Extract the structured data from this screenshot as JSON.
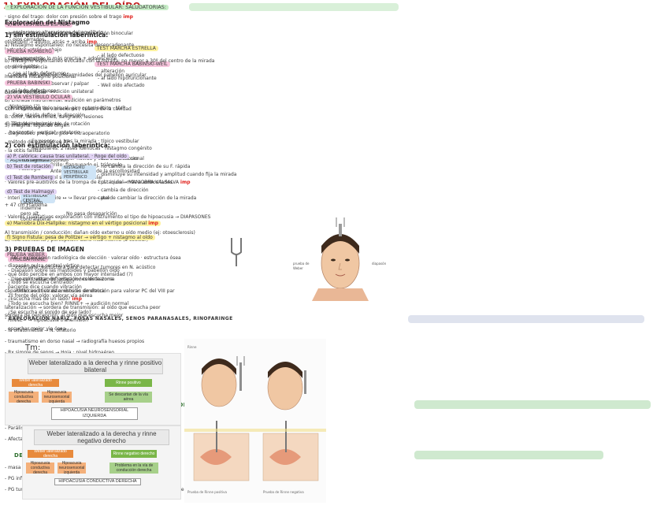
{
  "col1": {
    "title": "1) EXPLORACIÓN DEL OÍDO",
    "lines": [
      "· signo del trago: dolor con presión sobre el trago  imp",
      "   (otitis externa)",
      "· exploración con: otomicroscopio con visión binocular",
      "   otoscopio → adulto: atrás + arriba  imp",
      "                lactantes: atrás + abajo",
      "· Timpanometría: lo más precisa + adolescente",
      "   otros: impedancia",
      "· Cuerpos del pabellón: deformidades del pabellón auricular",
      "   ↪ Pasos pabellón: observar / palpar",
      "A) Características: audición unilateral",
      "B) Entrada instrumental: audición en parámetros",
      "   Con → cantidad de vibraciones / cuadro de la cavidad",
      "   B: dolor, laceraciones, sangrado, lesiones",
      "3) Imagina: lugar de origen",
      "   - diagnóstico prequirúrgico e intraoperatorio",
      "   - método de elección en AP",
      "   - la otitis fallida"
    ],
    "section2": "· Aspecto normal:",
    "aspect": [
      "P. superior flácida y color más oscuro",
      "Brillo: flanqueado ej. triángulo",
      "Anterior visibilidad de la escolliosidad"
    ],
    "valor": "· Valores pre-auditivos de la trompa de Eustaquio → MANIOBRA VALSALVA  imp",
    "valor2": [
      "· Interior: equilibrar aire ↔ ↪ llevar pre-catel",
      "  + 47 cm Ftalteina"
    ],
    "diap": "· Valores cualitativos exploración con instrumento el tipo de hipoacusia → DIAPASONES",
    "diap_items": [
      "A) transmisión / conducción: dañan oído externo u oído medio (ej: otoesclerosis)",
      "B) neurosensorial / percepción: daño más interno (o coclear)"
    ],
    "weber_title": "PRUEBA WEBER",
    "weber": [
      "- diapasón pulsa central vértice",
      "- qué oído percibe en ambos con mayor intensidad (?)",
      "- ¿Todo se escucha centrado?",
      "  capacidad auditiva de ambos es simétrica",
      "- ¿Escucha más de un lado? imp",
      "  lateralización → sordera de transmisión: al oído que escucha peor",
      "  sordera de percepción: al oído que escucha mejor"
    ],
    "tm": "Tm:"
  },
  "cards": {
    "card1": {
      "title": "Weber lateralizado a la derecha y rinne positivo bilateral",
      "boxes": [
        "Weber lateralizado derecha",
        "Rinne positivo",
        "Hipoacusia conductiva derecha",
        "Hipoacusia neurosensorial izquierda",
        "Se descartan de la vía aérea"
      ],
      "result": "HIPOACUSIA NEUROSENSORIAL IZQUIERDA"
    },
    "card2": {
      "title": "Weber lateralizado a la derecha y rinne negativo derecho",
      "boxes": [
        "Weber lateralizado derecha",
        "Rinne negativo derecho",
        "Hipoacusia conductiva derecha",
        "Hipoacusia neurosensorial izquierda",
        "Problema en la vía de conducción derecha"
      ],
      "result": "HIPOACUSIA CONDUCTIVA DERECHA"
    }
  },
  "col2": {
    "header": "· EXPLORACIÓN DE LA FUNCIÓN VESTIBULAR: SALUDATORIAS:",
    "a1": "1) VÍA VESTIBULO ESPINAL",
    "a1_items": [
      "- exploramos alteraciones del equilibrio",
      "- ojos cerrados"
    ],
    "romberg": "PRUEBA ROMBERG",
    "romberg_items": [
      "- bipedestación",
      "- pies juntos",
      "- cae al lado defectuoso"
    ],
    "babinski": "PRUEBA BABINSKI",
    "babinski_items": [
      "- al lado defectuoso"
    ],
    "marcha": "TEST MARCHA ESTRELLA",
    "marcha_items": [
      "- al lado defectuoso"
    ],
    "unterb": "TEST MARCHA BABINSKI-WEIL",
    "unterb_items": [
      "- alteración",
      "- al lado hipofuncionante",
      "- Weil oído afectado"
    ],
    "a2": "2) VÍA VESTÍBULO OCULAR",
    "nist": [
      "Nistagmo (?)",
      "- Fase rápida define la dirección",
      "- Tipo de movimiento",
      "   horizontal · vertical · rotatorio"
    ],
    "periph": [
      "En reposo: ↓ tras la mirada · típico vestibular",
      "Pendulares: 2 fases idénticas · nistagmo congénito"
    ],
    "adq": [
      "- Nistagmo adquirido",
      "  Patología",
      "  estimulación del sistema vestibular"
    ],
    "box1": "NISTAGMO VESTIBULAR PERIFÉRICO",
    "box2": "NISTAGMO VESTIBULAR CENTRAL",
    "box_items": [
      "- uni o bidireccional",
      "- no cambia la dirección de su F. rápida",
      "- disminuye su intensidad y amplitud cuando fija la mirada",
      "- pl.: inicial: más a ambos lados",
      "- cambia de dirección",
      "- puede cambiar la dirección de la mirada"
    ],
    "rinne_title": "PRUEBA RINNE",
    "rinne": [
      "- Diapasón sobre las mastoides y pabellón oído",
      "- Diapasón vibrando · vibraciones de la zona",
      "  paciente dice cuando vibración",
      "2º frente del oído: valorar vía aérea",
      "¿Todo se escucha bien? RINNE+ → audición normal",
      "¿Se escucha el sonido de ese lado?",
      "RINNE− → hipoacusia transmisión",
      "  escuchar mejor via ósea"
    ]
  },
  "col3": {
    "title": "Exploración del Nistagmo",
    "s1": "1) sin estimulación laberíntica:",
    "s1_items": [
      "a) Nistagmo espontáneo: no necesita desencadenante",
      "b) Nistagmo espontáneo evocado con la mirada: no mayor a 30º del centro de la mirada",
      "   maniobra nistagmo posicional",
      "   Batería vestibular",
      "c) Nistagmo en tirón visual: giro optocinético · NVP",
      "d) Test de Halmagyi: eje de rotación"
    ],
    "s2": "2) con estimulación laberíntica:",
    "s2_items": [
      "a) P. calórica: causa tras unilateral. · Roge del oído",
      "b) Test de rotación",
      "c) Test de Romberg",
      "d) Test de Halmagyi",
      "e) Maniobra Dix-Hallpike: nistagmo en el vértigo posicional  imp",
      "f) Signo Fistula: pesa de Politzer → vértigo + nistagmo al oído"
    ],
    "halm": [
      "Laberinto",
      "indemne",
      "pero alt.",
      "contralateral"
    ],
    "halm2": [
      "No pasa desaparición"
    ],
    "tac": "TAC: exploración radiológica de elección · valorar oído · estructura ósea",
    "tac_items": [
      "contraste: estructura para detectar tumores en N. acústico",
      "no contrastar: inflamación / colesteatoma",
      "RMN con contraste: estudio de elección para valorar PC del VIII par"
    ],
    "s3": "3) PRUEBAS DE IMAGEN",
    "nariz": "· EXPLORACIÓN NARIZ, FOSAS NASALES, SENOS PARANASALES, RINOFARINGE",
    "nariz_items": [
      "- la olfatometría → N. olfatorio",
      "- traumatismo en dorso nasal → radiografía huesos propios",
      "- Rx simple de senos → Hoja · nivel hidroaéreo",
      "- TAC de senos NO → sin sinusitis aguda?",
      "- RM: técnica elección para valorar P. blandas",
      "  relación de la invasión · inflamación · tumoral"
    ],
    "oral": "EXPLORACIÓN CAVIDAD ORAL, OROFARINGE, HIPOFARINGE, LARINGE",
    "oral_items": [
      "- Parálisis del XII → lengua al lado parético",
      "- Parálisis IX y X → \"aaaa\": lleva velo al lado sano",
      "- Afectada la hipofaringe → odinofagia · disfagia alta"
    ],
    "cuello": "DEGLUCIÓN, CUELLO, GLÁNDULAS SALIVARES",
    "cuello_items": [
      "- masa cervical y afectación del cuello → otalgia referida",
      "- PG inflamatorio",
      "- PG tumoral · mb alcanforada: abordaje vía aérea en caso de extrema urgencia"
    ]
  }
}
